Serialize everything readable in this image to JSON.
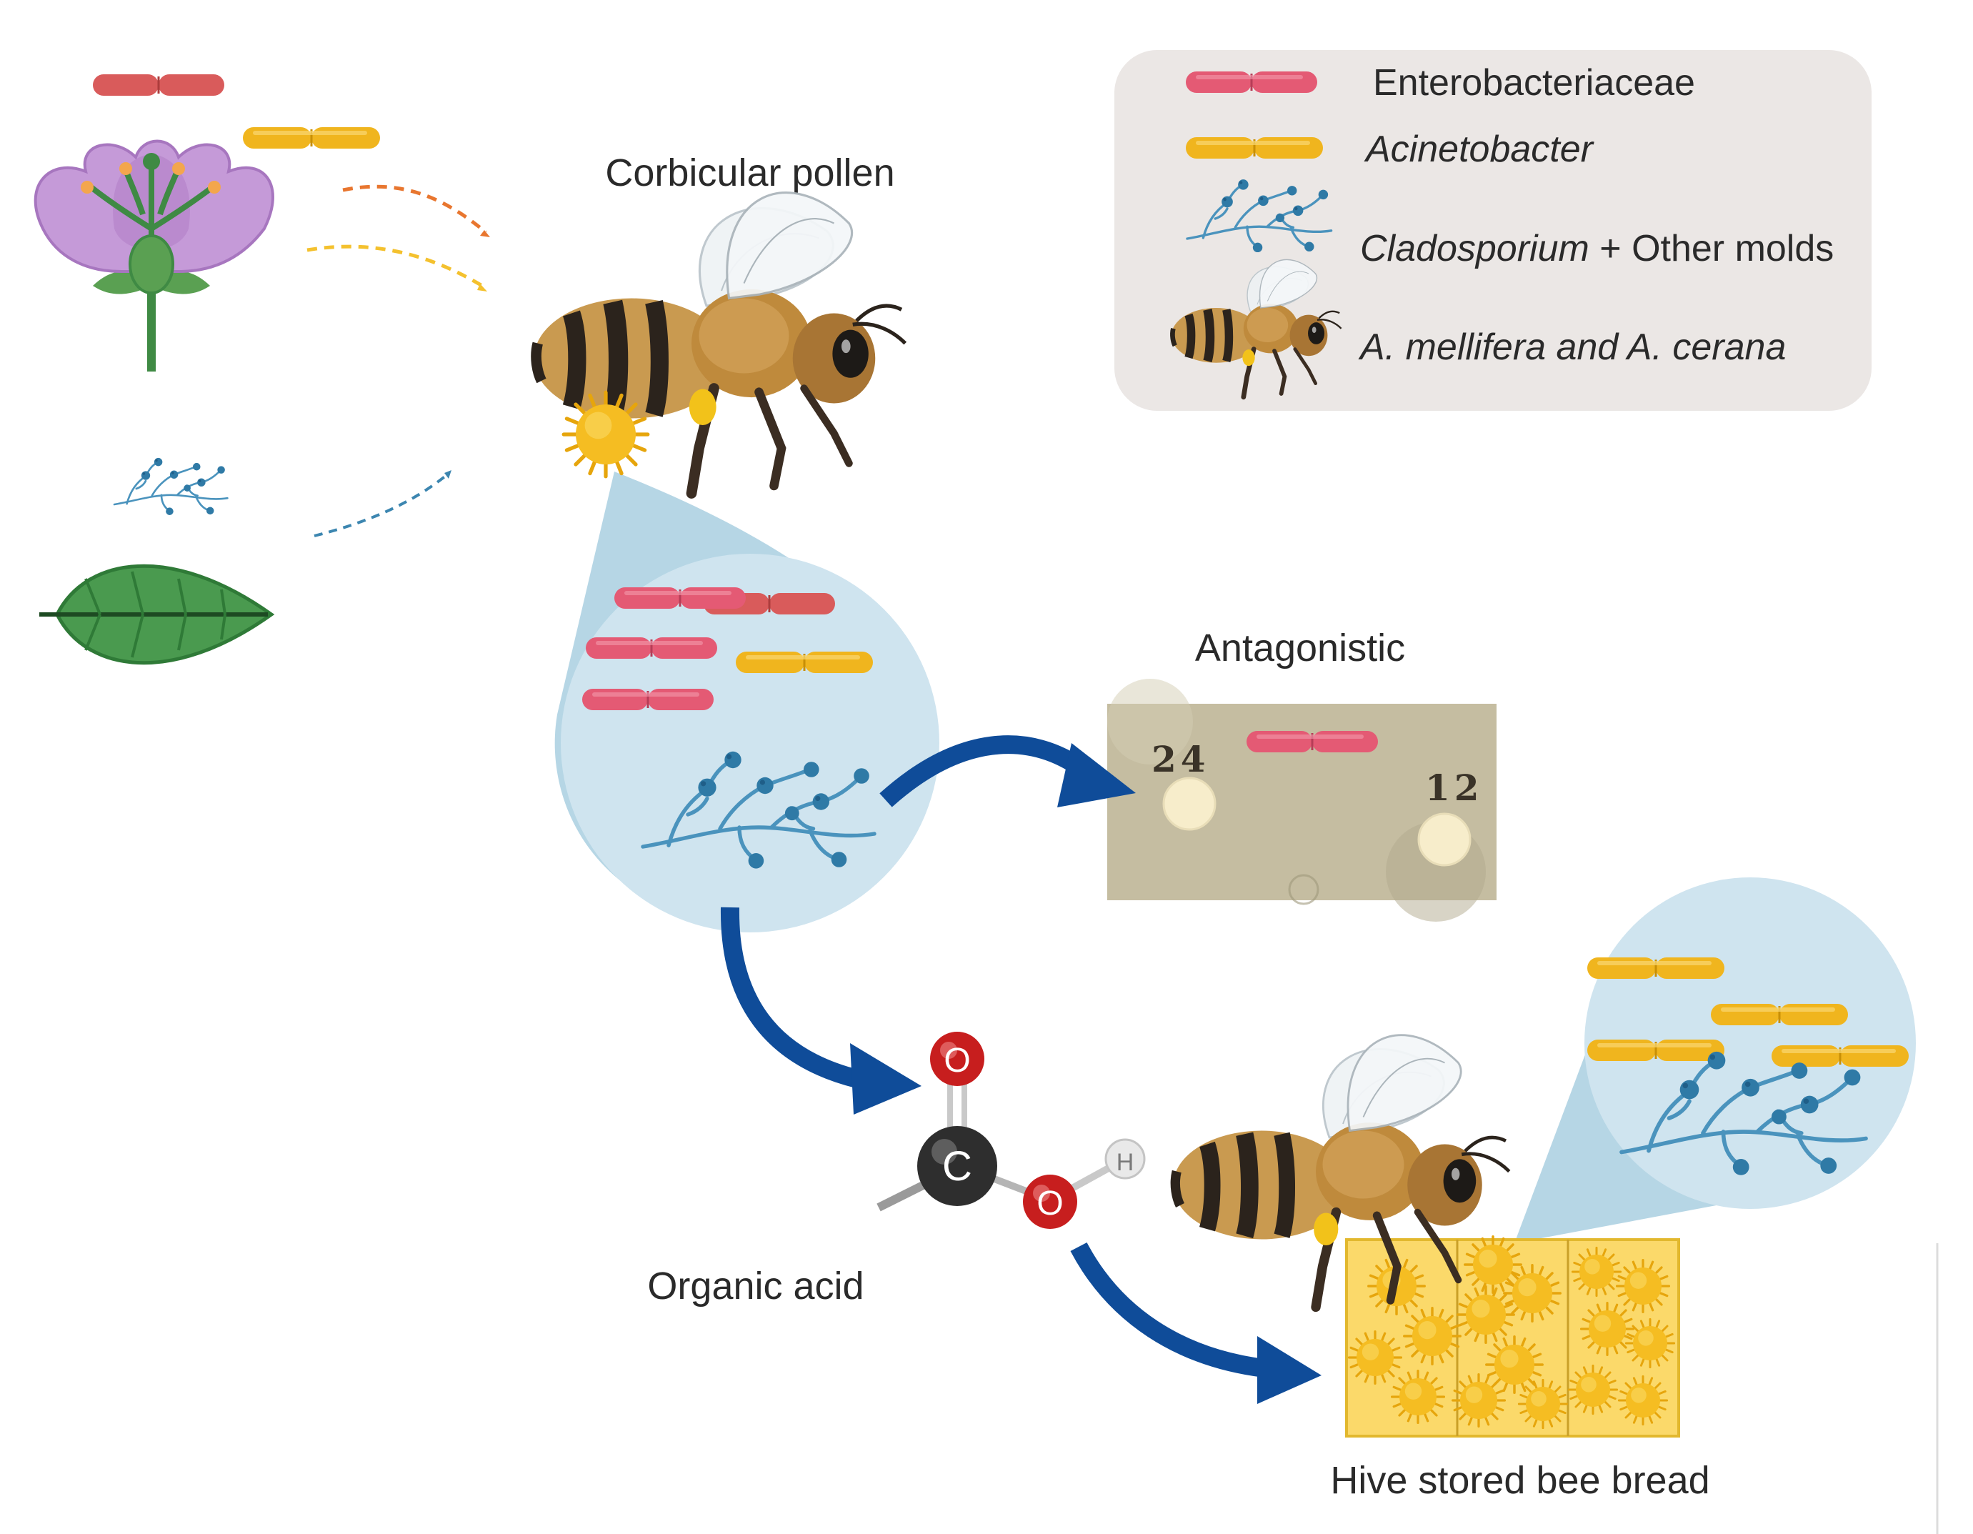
{
  "labels": {
    "corbicular_pollen": "Corbicular pollen",
    "antagonistic": "Antagonistic",
    "organic_acid": "Organic acid",
    "hive_bee_bread": "Hive stored bee bread"
  },
  "legend": {
    "enterobacteriaceae": "Enterobacteriaceae",
    "acinetobacter": "Acinetobacter",
    "cladosporium": "Cladosporium",
    "cladosporium_suffix": " + Other molds",
    "bee": "A. mellifera and A. cerana"
  },
  "plate": {
    "left_number": "24",
    "right_number": "12"
  },
  "molecule": {
    "oxygen_top": "O",
    "carbon": "C",
    "oxygen_right": "O",
    "hydrogen": "H"
  },
  "colors": {
    "entero_pink": "#e45a74",
    "acineto_yellow": "#f0b51e",
    "mold_blue": "#3c86b0",
    "arrow_blue": "#0f4c99",
    "legend_bg": "#ebe7e5",
    "bubble_bg": "#cfe4ef"
  },
  "icons": [
    "flower-icon",
    "leaf-icon",
    "mold-icon",
    "bee-icon",
    "pollen-ball-icon",
    "honeycomb-icon",
    "agar-plate-icon"
  ]
}
